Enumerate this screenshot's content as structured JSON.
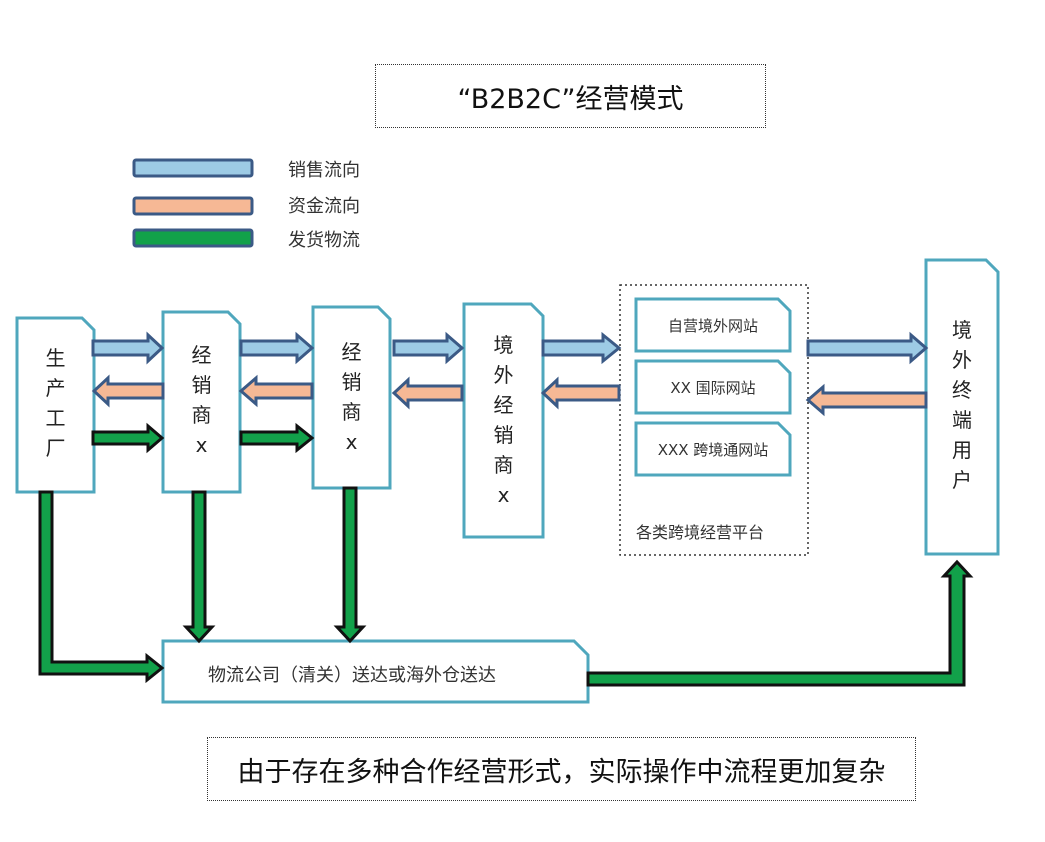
{
  "title": "“B2B2C”经营模式",
  "legend": [
    {
      "label": "销售流向",
      "color": "#9dcbe5",
      "icon": "sales-flow-arrow"
    },
    {
      "label": "资金流向",
      "color": "#f6b895",
      "icon": "fund-flow-arrow"
    },
    {
      "label": "发货物流",
      "color": "#12a14a",
      "icon": "shipping-flow-arrow"
    }
  ],
  "nodes": {
    "factory": [
      "生",
      "产",
      "工",
      "厂"
    ],
    "distributor1": [
      "经",
      "销",
      "商",
      "x"
    ],
    "distributor2": [
      "经",
      "销",
      "商",
      "x"
    ],
    "overseas_distributor": [
      "境",
      "外",
      "经",
      "销",
      "商",
      "x"
    ],
    "end_user": [
      "境",
      "外",
      "终",
      "端",
      "用",
      "户"
    ]
  },
  "platform": {
    "sites": [
      "自营境外网站",
      "XX 国际网站",
      "XXX 跨境通网站"
    ],
    "caption": "各类跨境经营平台"
  },
  "logistics": "物流公司（清关）送达或海外仓送达",
  "note": "由于存在多种合作经营形式，实际操作中流程更加复杂",
  "colors": {
    "box_border": "#4fa7bd",
    "sales_fill": "#9dcbe5",
    "fund_fill": "#f6b895",
    "ship_fill": "#12a14a",
    "arrow_stroke": "#3b5a86"
  }
}
